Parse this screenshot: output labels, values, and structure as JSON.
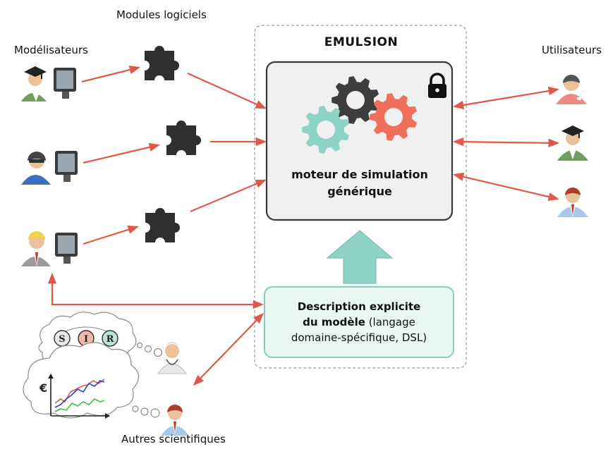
{
  "labels": {
    "modules": "Modules logiciels",
    "modelers": "Modélisateurs",
    "users": "Utilisateurs",
    "other_scientists": "Autres scientifiques"
  },
  "emulsion": {
    "title": "EMULSION",
    "engine_line1": "moteur de simulation",
    "engine_line2": "générique",
    "description_bold_line1": "Description explicite",
    "description_bold_line2": "du modèle",
    "description_normal_a": " (langage",
    "description_normal_b": "domaine-spécifique, DSL)"
  },
  "sir_model": {
    "states": [
      "S",
      "I",
      "R"
    ]
  },
  "thought_chart": {
    "currency_symbol": "€"
  },
  "colors": {
    "arrow": "#e0584c",
    "gear_dark": "#3d3d3f",
    "gear_teal": "#8fd3c7",
    "gear_red": "#f06e5c",
    "description_fill": "#e9f6f2",
    "description_border": "#86cdbf",
    "engine_fill": "#f0f0f0",
    "big_arrow": "#8fd3c7"
  },
  "icons": [
    "puzzle-piece-icon",
    "padlock-icon",
    "gear-icon",
    "person-icon",
    "graduate-icon",
    "doctor-icon",
    "computer-monitor-icon"
  ]
}
